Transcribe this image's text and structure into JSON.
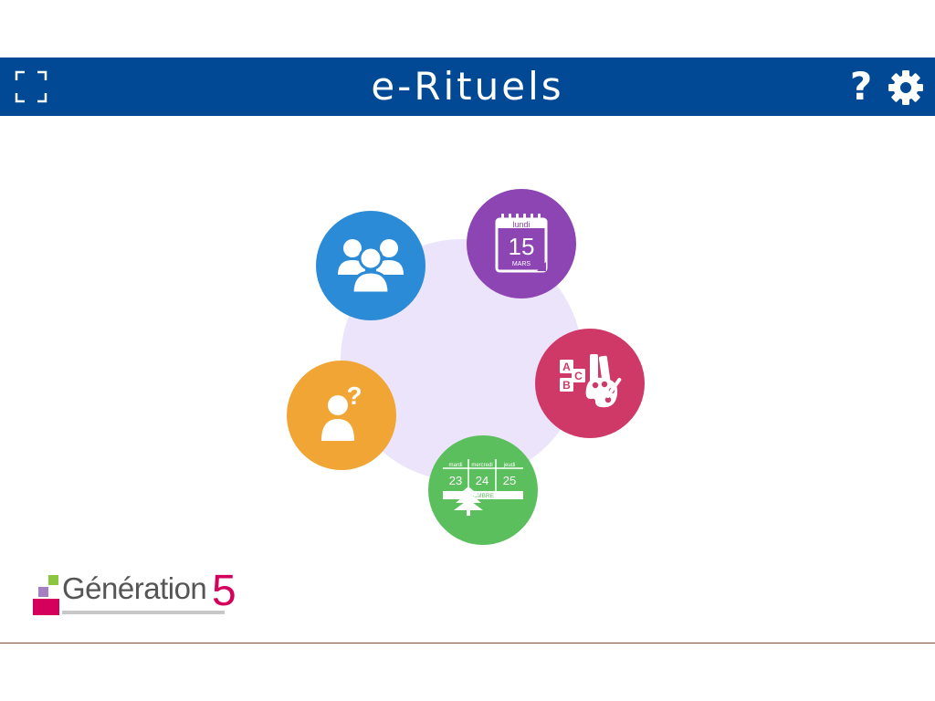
{
  "header": {
    "title": "e-Rituels",
    "help_label": "?",
    "bg_color": "#014995"
  },
  "menu": {
    "items": [
      {
        "name": "students",
        "icon": "group-icon",
        "color": "#2b8bd6"
      },
      {
        "name": "calendar",
        "icon": "calendar-icon",
        "color": "#8c45b3",
        "weekday": "lundi",
        "day": "15",
        "month": "MARS"
      },
      {
        "name": "activities",
        "icon": "blocks-palette-icon",
        "color": "#cf3967",
        "letters": [
          "A",
          "B",
          "C"
        ]
      },
      {
        "name": "week",
        "icon": "week-planner-icon",
        "color": "#5cbf5e",
        "days": [
          "mardi",
          "mercredi",
          "jeudi"
        ],
        "dates": [
          "23",
          "24",
          "25"
        ],
        "month": "CEMBRE"
      },
      {
        "name": "question",
        "icon": "person-question-icon",
        "color": "#f0a535",
        "mark": "?"
      }
    ]
  },
  "logo": {
    "text": "Génération",
    "number": "5",
    "colors": {
      "green": "#8cc63f",
      "purple": "#a47fc1",
      "pink": "#d4005c"
    }
  }
}
